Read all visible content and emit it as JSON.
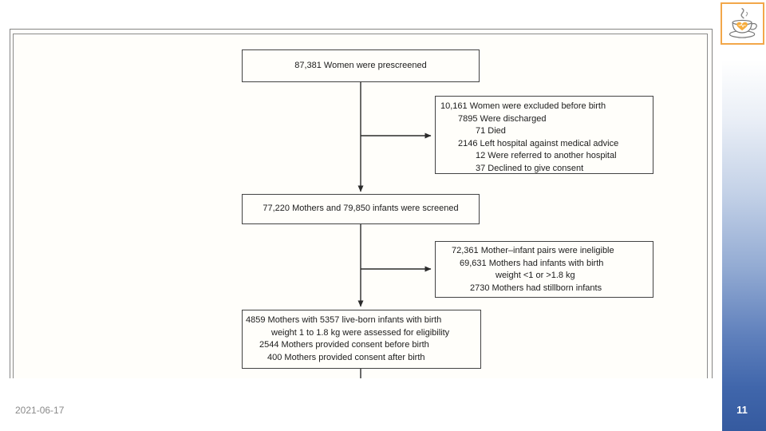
{
  "slide": {
    "date": "2021-06-17",
    "page_number": "11"
  },
  "logo": {
    "name": "coffee-cup-with-heart",
    "border_color": "#F2A74A",
    "heart_color": "#F6AC3D"
  },
  "sidebar": {
    "gradient_top": "#FFFFFF",
    "gradient_bottom": "#355A9F"
  },
  "flowchart": {
    "boxes": {
      "prescreened": {
        "text": "87,381 Women were prescreened"
      },
      "excluded": {
        "lines": [
          "10,161 Women were excluded before birth",
          "7895 Were discharged",
          "71 Died",
          "2146 Left hospital against medical advice",
          "12 Were referred to another hospital",
          "37 Declined to give consent"
        ]
      },
      "screened": {
        "text": "77,220 Mothers and 79,850 infants were screened"
      },
      "ineligible": {
        "lines": [
          "72,361 Mother–infant pairs were ineligible",
          "69,631 Mothers had infants with birth",
          "weight <1 or >1.8 kg",
          "2730 Mothers had stillborn infants"
        ]
      },
      "assessed": {
        "lines": [
          "4859 Mothers with 5357 live-born infants with birth",
          "weight 1 to 1.8 kg were assessed for eligibility",
          "2544 Mothers provided consent before birth",
          "400 Mothers provided consent after birth"
        ]
      }
    }
  }
}
